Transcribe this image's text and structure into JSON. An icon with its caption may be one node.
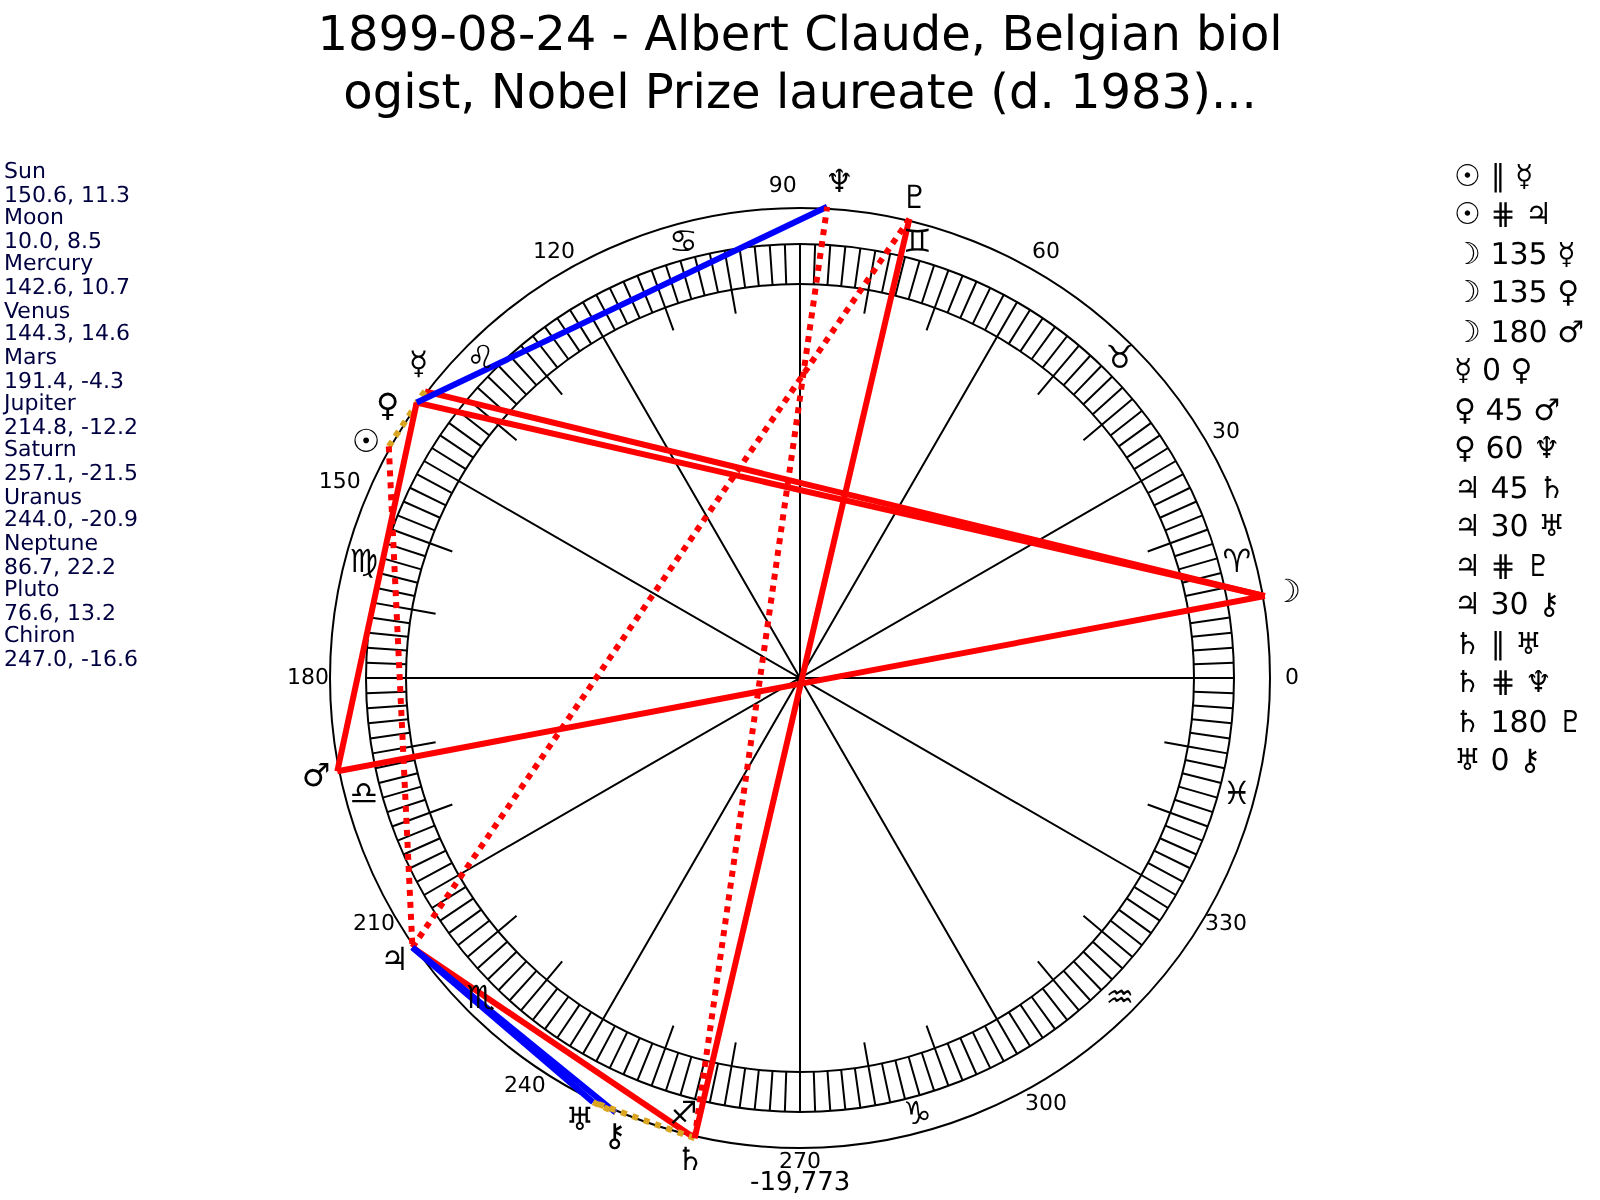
{
  "diagram": {
    "title": "1899-08-24 - Albert Claude, Belgian biol ogist, Nobel Prize laureate (d. 1983)...",
    "nodes": [
      {
        "text": [
          "☉"
        ]
      },
      {
        "text": [
          "☽"
        ]
      },
      {
        "text": [
          "☿"
        ]
      },
      {
        "text": [
          "♀"
        ]
      },
      {
        "text": [
          "♂"
        ]
      },
      {
        "text": [
          "♃"
        ]
      },
      {
        "text": [
          "♄"
        ]
      },
      {
        "text": [
          "♅"
        ]
      },
      {
        "text": [
          "♆"
        ]
      },
      {
        "text": [
          "♇"
        ]
      },
      {
        "text": [
          "⚷"
        ]
      }
    ],
    "edges": [
      {
        "from": 0,
        "to": 2,
        "arrow": "none",
        "style": "dashed",
        "color": "#daa520"
      },
      {
        "from": 0,
        "to": 5,
        "arrow": "none",
        "style": "dashed"
      },
      {
        "from": 1,
        "to": 2,
        "arrow": "none"
      },
      {
        "from": 1,
        "to": 3,
        "arrow": "none"
      },
      {
        "from": 1,
        "to": 4,
        "arrow": "none"
      },
      {
        "from": 2,
        "to": 3,
        "arrow": "none",
        "style": "dashed",
        "color": "#daa520"
      },
      {
        "from": 3,
        "to": 4,
        "arrow": "none"
      },
      {
        "from": 3,
        "to": 8,
        "arrow": "none",
        "color": "#0000ff"
      },
      {
        "from": 5,
        "to": 6,
        "arrow": "none"
      },
      {
        "from": 5,
        "to": 7,
        "arrow": "none",
        "color": "#0000ff"
      },
      {
        "from": 5,
        "to": 9,
        "arrow": "none",
        "style": "dashed"
      },
      {
        "from": 5,
        "to": 10,
        "arrow": "none",
        "color": "#0000ff"
      },
      {
        "from": 6,
        "to": 7,
        "arrow": "none",
        "style": "dashed",
        "color": "#daa520"
      },
      {
        "from": 6,
        "to": 8,
        "arrow": "none",
        "style": "dashed"
      },
      {
        "from": 6,
        "to": 9,
        "arrow": "none"
      },
      {
        "from": 7,
        "to": 10,
        "arrow": "none",
        "style": "dashed",
        "color": "#daa520"
      }
    ],
    "labels": [
      "Sun",
      "150.6, 11.3",
      "Moon",
      "10.0, 8.5",
      "Mercury",
      "142.6, 10.7",
      "Venus",
      "144.3, 14.6",
      "Mars",
      "191.4, -4.3",
      "Jupiter",
      "214.8, -12.2",
      "Saturn",
      "257.1, -21.5",
      "Uranus",
      "244.0, -20.9",
      "Neptune",
      "86.7, 22.2",
      "Pluto",
      "76.6, 13.2",
      "Chiron",
      "247.0, -16.6",
      "90",
      "120",
      "60",
      "150",
      "30",
      "180",
      "0",
      "210",
      "330",
      "240",
      "300",
      "270",
      "♋",
      "♊",
      "♌",
      "♉",
      "♍",
      "♈",
      "♎",
      "♓",
      "♏",
      "♒",
      "♐",
      "♑",
      "☉ ∥ ☿",
      "☉ ⋕ ♃",
      "☽ 135 ☿",
      "☽ 135 ♀",
      "☽ 180 ♂",
      "☿ 0 ♀",
      "♀ 45 ♂",
      "♀ 60 ♆",
      "♃ 45 ♄",
      "♃ 30 ♅",
      "♃ ⋕ ♇",
      "♃ 30 ⚷",
      "♄ ∥ ♅",
      "♄ ⋕ ♆",
      "♄ 180 ♇",
      "♅ 0 ⚷",
      "-19,773"
    ]
  }
}
